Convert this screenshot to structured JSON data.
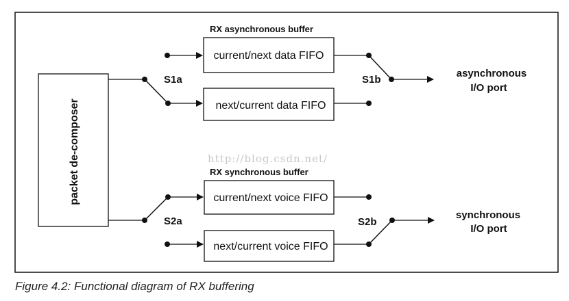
{
  "diagram": {
    "packet_block": "packet de-composer",
    "async_buffer_title": "RX  asynchronous  buffer",
    "sync_buffer_title": "RX  synchronous  buffer",
    "fifo_current_next_data": "current/next data FIFO",
    "fifo_next_current_data": "next/current data FIFO",
    "fifo_current_next_voice": "current/next voice FIFO",
    "fifo_next_current_voice": "next/current voice FIFO",
    "switch_s1a": "S1a",
    "switch_s1b": "S1b",
    "switch_s2a": "S2a",
    "switch_s2b": "S2b",
    "async_port_line1": "asynchronous",
    "async_port_line2": "I/O port",
    "sync_port_line1": "synchronous",
    "sync_port_line2": "I/O port",
    "watermark": "http://blog.csdn.net/"
  },
  "caption": "Figure 4.2:  Functional diagram of RX buffering"
}
